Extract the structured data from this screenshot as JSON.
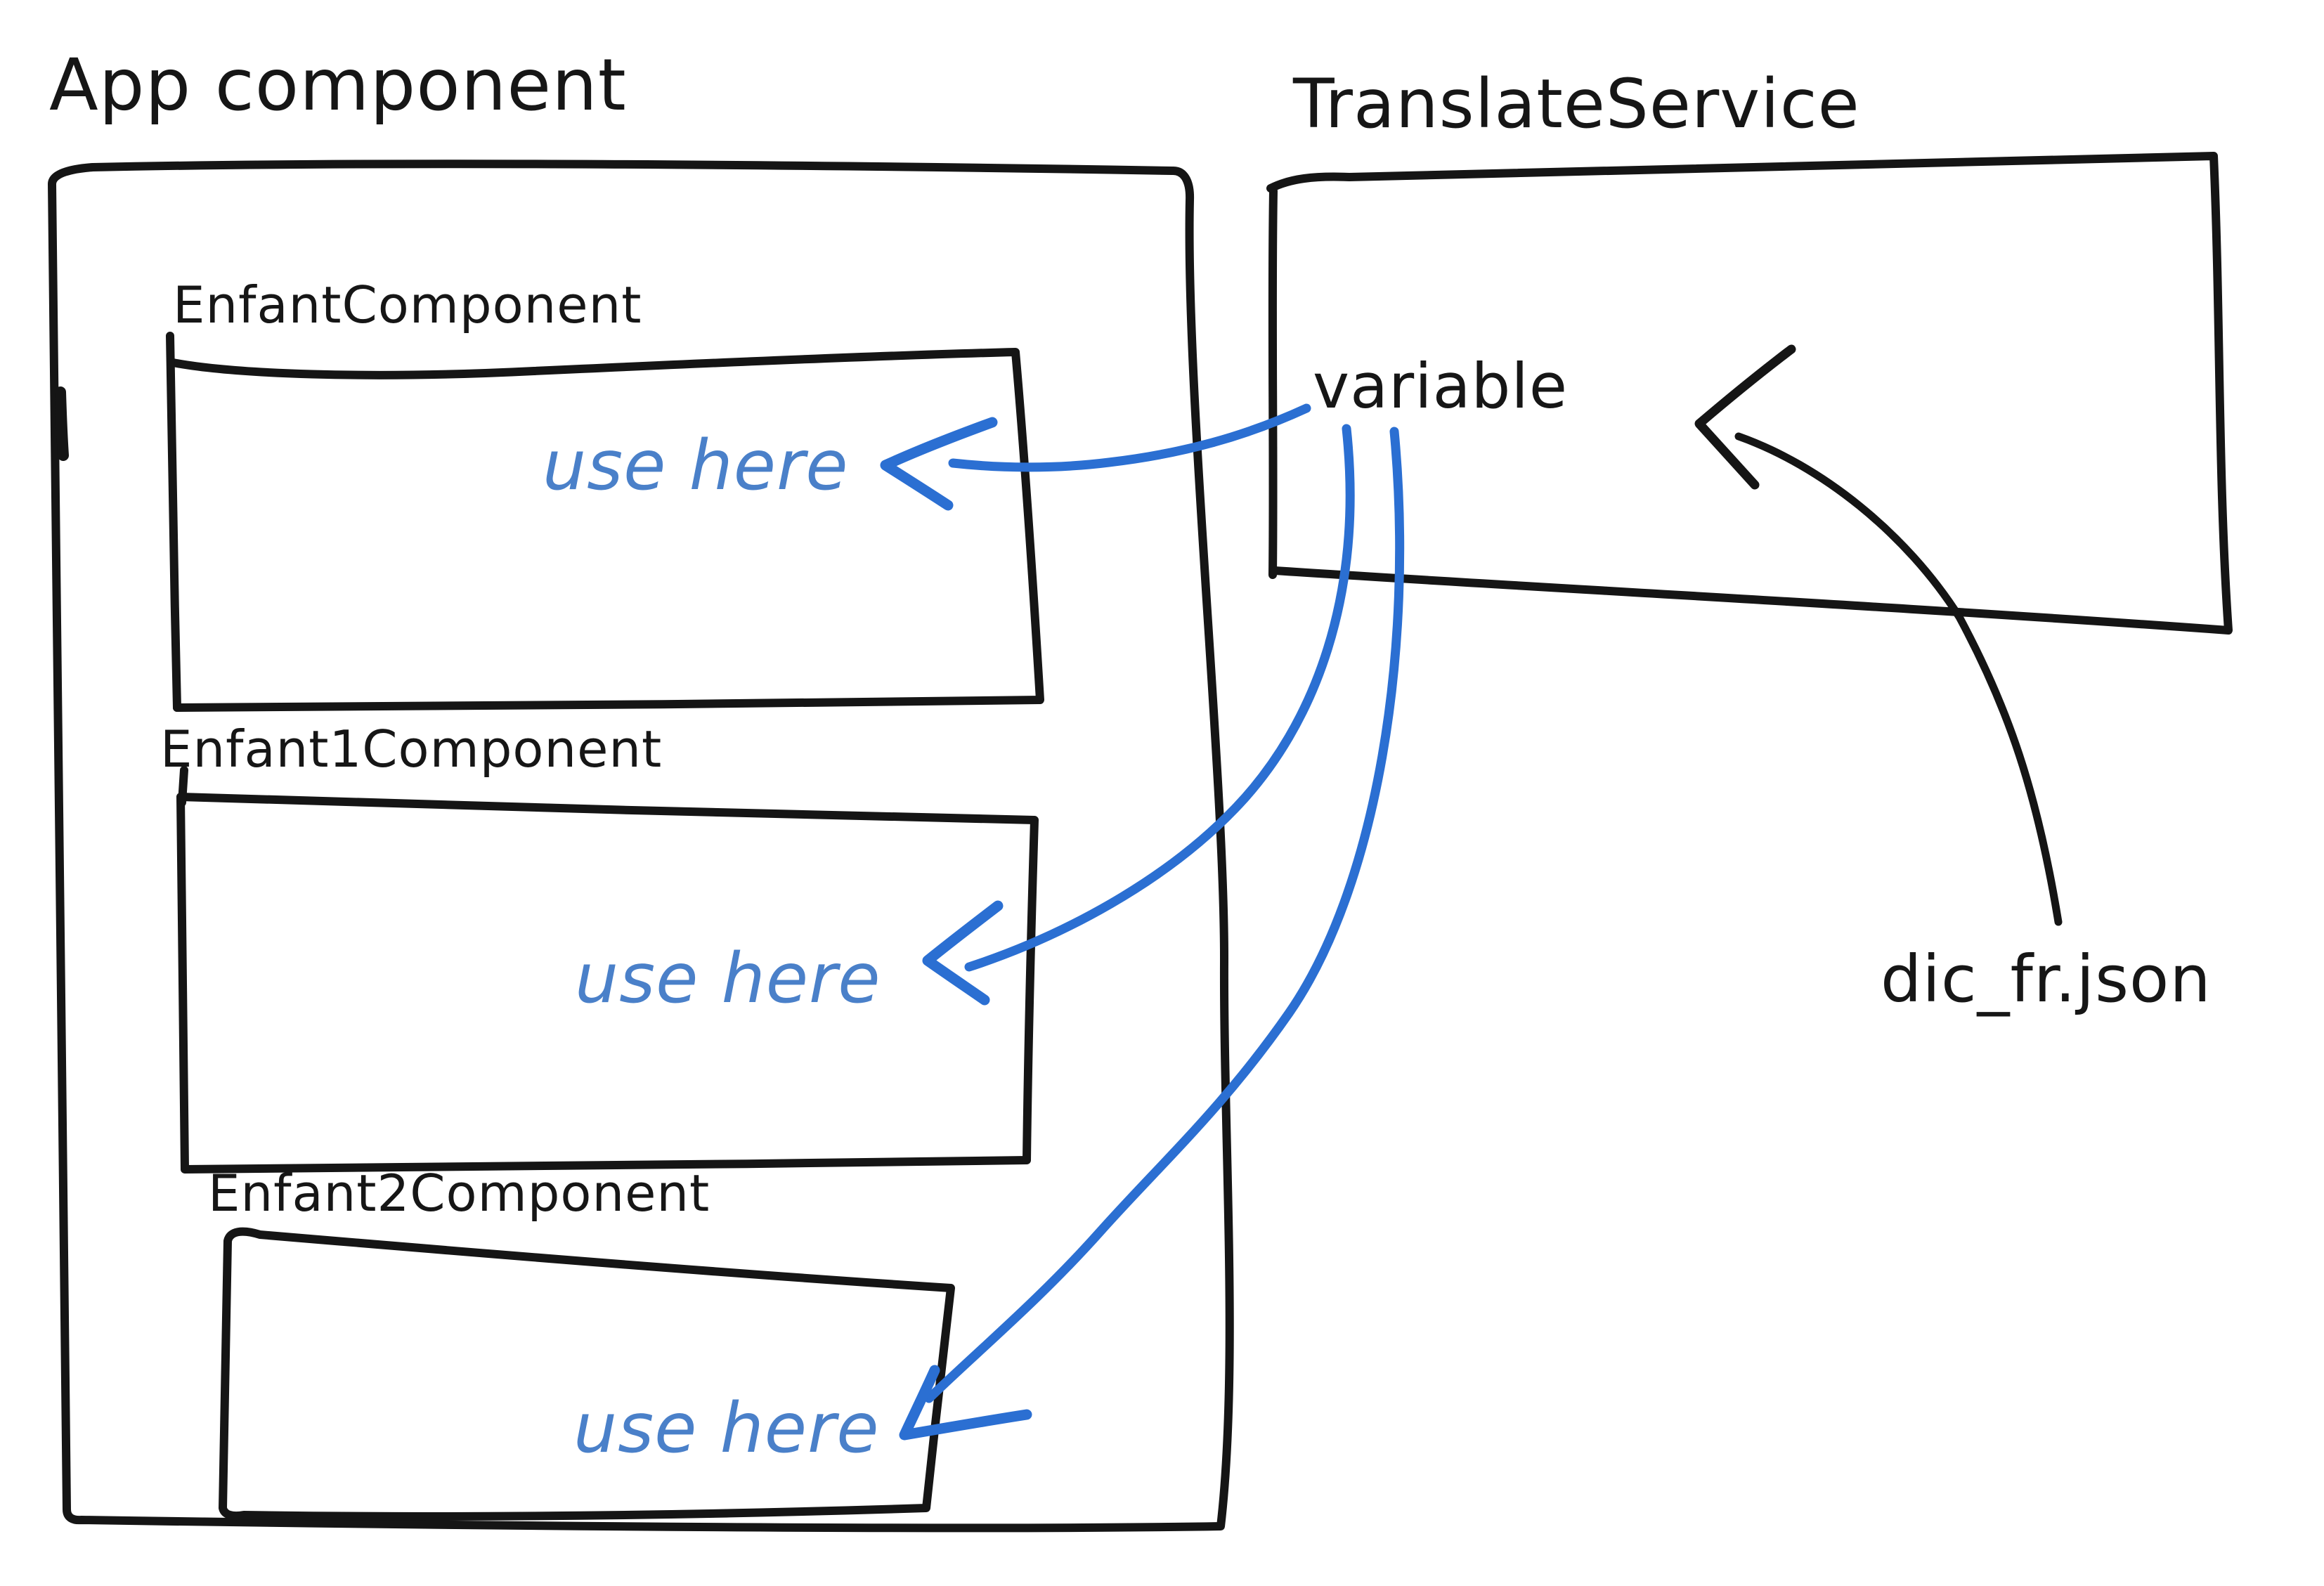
{
  "diagram": {
    "app": {
      "title": "App component",
      "children": [
        {
          "label": "EnfantComponent",
          "note": "use here"
        },
        {
          "label": "Enfant1Component",
          "note": "use here"
        },
        {
          "label": "Enfant2Component",
          "note": "use here"
        }
      ]
    },
    "service": {
      "title": "TranslateService",
      "variable_label": "variable"
    },
    "file_label": "dic_fr.json",
    "colors": {
      "ink": "#151515",
      "arrow_blue": "#2b6fd2",
      "note_blue": "#4a80c9"
    }
  }
}
